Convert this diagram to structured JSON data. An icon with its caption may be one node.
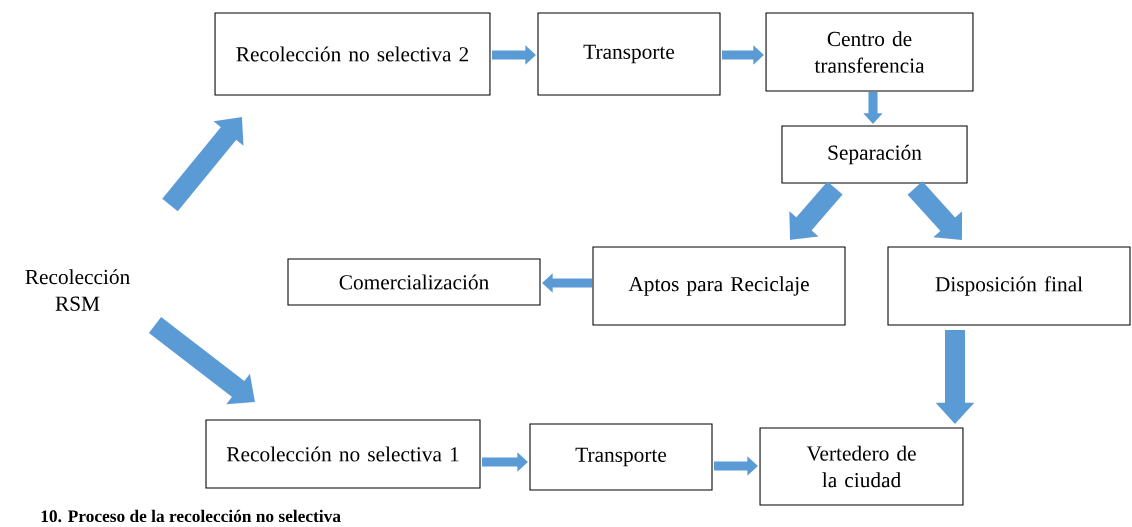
{
  "diagram": {
    "caption": "10. Proceso de la recolección no selectiva",
    "nodes": [
      {
        "text": [
          "Recolección RSM"
        ]
      },
      {
        "text": [
          "Recolección no selectiva 2"
        ]
      },
      {
        "text": [
          "Transporte"
        ]
      },
      {
        "text": [
          "Centro de transferencia"
        ]
      },
      {
        "text": [
          "Separación"
        ]
      },
      {
        "text": [
          "Comercialización"
        ]
      },
      {
        "text": [
          "Aptos para Reciclaje"
        ]
      },
      {
        "text": [
          "Disposición final"
        ]
      },
      {
        "text": [
          "Recolección no selectiva 1"
        ]
      },
      {
        "text": [
          "Transporte"
        ]
      },
      {
        "text": [
          "Vertedero de la ciudad"
        ]
      }
    ],
    "edges": [
      {
        "from": 0,
        "to": 1,
        "arrow": "to",
        "style": "thick"
      },
      {
        "from": 0,
        "to": 8,
        "arrow": "to",
        "style": "thick"
      },
      {
        "from": 1,
        "to": 2,
        "arrow": "to"
      },
      {
        "from": 2,
        "to": 3,
        "arrow": "to"
      },
      {
        "from": 3,
        "to": 4,
        "arrow": "to"
      },
      {
        "from": 4,
        "to": 6,
        "arrow": "to",
        "style": "thick"
      },
      {
        "from": 4,
        "to": 7,
        "arrow": "to",
        "style": "thick"
      },
      {
        "from": 6,
        "to": 5,
        "arrow": "to"
      },
      {
        "from": 7,
        "to": 10,
        "arrow": "to",
        "style": "thick"
      },
      {
        "from": 8,
        "to": 9,
        "arrow": "to"
      },
      {
        "from": 9,
        "to": 10,
        "arrow": "to"
      }
    ]
  }
}
